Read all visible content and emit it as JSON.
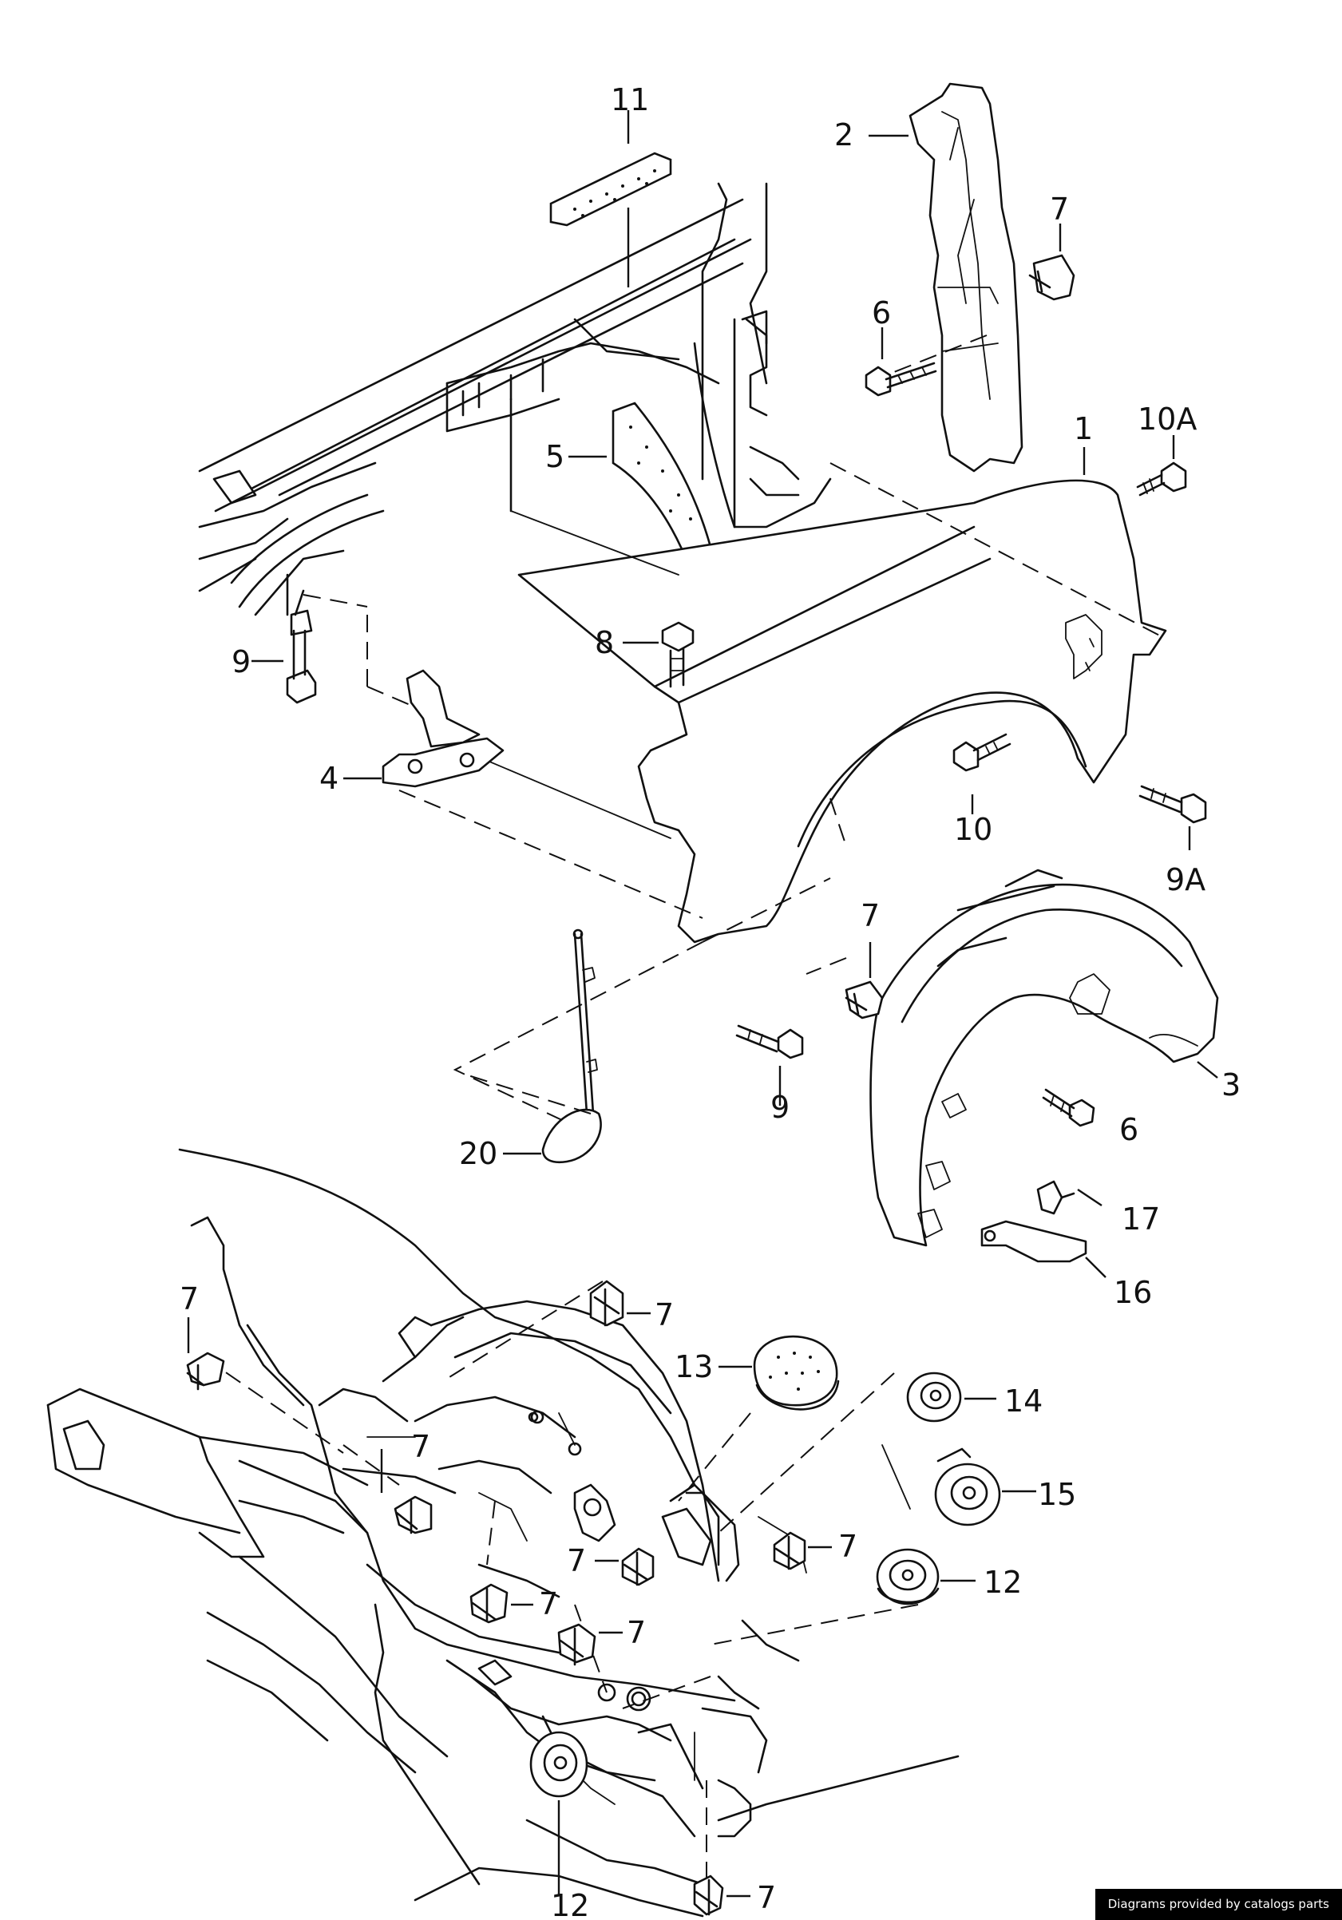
{
  "callouts": {
    "c11": "11",
    "c2": "2",
    "c7a": "7",
    "c6a": "6",
    "c1": "1",
    "c10a": "10A",
    "c5": "5",
    "c9a": "9",
    "c8": "8",
    "c4": "4",
    "c10": "10",
    "c9b": "9A",
    "c7b": "7",
    "c9c": "9",
    "c3": "3",
    "c6b": "6",
    "c20": "20",
    "c17": "17",
    "c16": "16",
    "c7c": "7",
    "c7d": "7",
    "c13": "13",
    "c14": "14",
    "c7e": "7",
    "c15": "15",
    "c7f": "7",
    "c7g": "7",
    "c12a": "12",
    "c7h": "7",
    "c7i": "7",
    "c12b": "12",
    "c7j": "7"
  },
  "footer": {
    "credit": "Diagrams provided by catalogs parts"
  }
}
